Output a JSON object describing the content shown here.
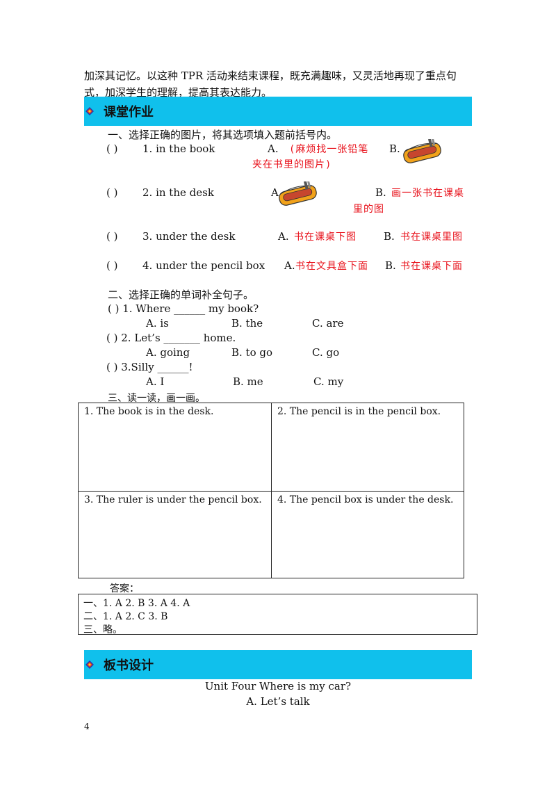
{
  "intro": "加深其记忆。以这种 TPR 活动来结束课程，既充满趣味，又灵活地再现了重点句式，加深学生的理解，提高其表达能力。",
  "section1": {
    "title": "课堂作业"
  },
  "part1": {
    "heading": "一、选择正确的图片，将其选项填入题前括号内。",
    "q1": {
      "paren": "(        )",
      "text": "1.  in  the  book",
      "a_label": "A.",
      "a_note_line1": "(麻烦找一张铅笔",
      "a_note_line2": "夹在书里的图片)",
      "b_label": "B."
    },
    "q2": {
      "paren": "(        )",
      "text": "2.  in  the  desk",
      "a_label": "A",
      "b_label": "B.",
      "b_note_line1": "画一张书在课桌",
      "b_note_line2": "里的图"
    },
    "q3": {
      "paren": "(        )",
      "text": "3.  under  the  desk",
      "a_label": "A.",
      "a_note": "书在课桌下图",
      "b_label": "B.",
      "b_note": "书在课桌里图"
    },
    "q4": {
      "paren": "(        )",
      "text": "4.  under  the  pencil  box",
      "a_label": "A.",
      "a_note": "书在文具盒下面",
      "b_label": "B.",
      "b_note": "书在课桌下面"
    }
  },
  "part2": {
    "heading": "二、选择正确的单词补全句子。",
    "q1": {
      "stem": "(    ) 1. Where  ______  my  book?",
      "a": "A.  is",
      "b": "B.  the",
      "c": "C.  are"
    },
    "q2": {
      "stem": "(        )  2.  Let’s  _______  home.",
      "a": "A.  going",
      "b": "B.  to  go",
      "c": "C.  go"
    },
    "q3": {
      "stem": "(        )  3.Silly  ______!",
      "a": "A.  I",
      "b": "B.  me",
      "c": "C.  my"
    }
  },
  "part3": {
    "heading": "三、读一读，画一画。",
    "cells": [
      "1.  The  book  is  in  the  desk.",
      "2.  The  pencil  is  in  the  pencil  box.",
      "3.  The  ruler  is  under  the  pencil  box.",
      "4.  The  pencil  box  is  under  the  desk."
    ]
  },
  "answers": {
    "label": "答案：",
    "line1": "一、1.  A  2.  B  3.  A  4.  A",
    "line2": "二、1.  A  2.  C  3.  B",
    "line3": "三、略。"
  },
  "section2": {
    "title": "板书设计"
  },
  "board": {
    "line1": "Unit  Four  Where  is  my  car?",
    "line2": "A.  Let’s  talk"
  },
  "page_number": "4",
  "colors": {
    "banner": "#10c0ec",
    "note_red": "#e8101a",
    "case_orange": "#f2a21a"
  },
  "icons": [
    "banner-bullet-icon",
    "pencil-case-image"
  ]
}
